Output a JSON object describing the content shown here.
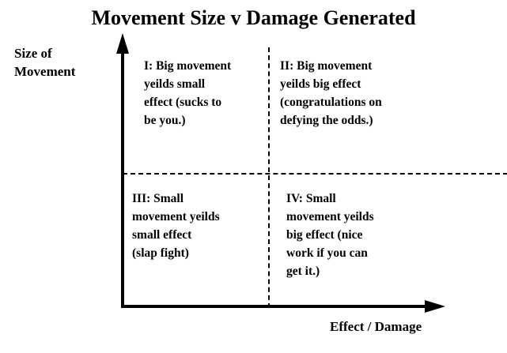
{
  "title": "Movement Size v Damage Generated",
  "axes": {
    "y_label": "Size of\nMovement",
    "x_label": "Effect / Damage"
  },
  "quadrants": [
    {
      "id": "I",
      "text": "I: Big movement\nyeilds small\neffect (sucks to\nbe you.)"
    },
    {
      "id": "II",
      "text": "II:  Big movement\nyeilds big effect\n(congratulations on\ndefying the odds.)"
    },
    {
      "id": "III",
      "text": "III: Small\nmovement yeilds\nsmall effect\n(slap fight)"
    },
    {
      "id": "IV",
      "text": "IV: Small\nmovement yeilds\nbig effect (nice\nwork if you can\nget it.)"
    }
  ],
  "colors": {
    "background": "#ffffff",
    "ink": "#000000"
  }
}
